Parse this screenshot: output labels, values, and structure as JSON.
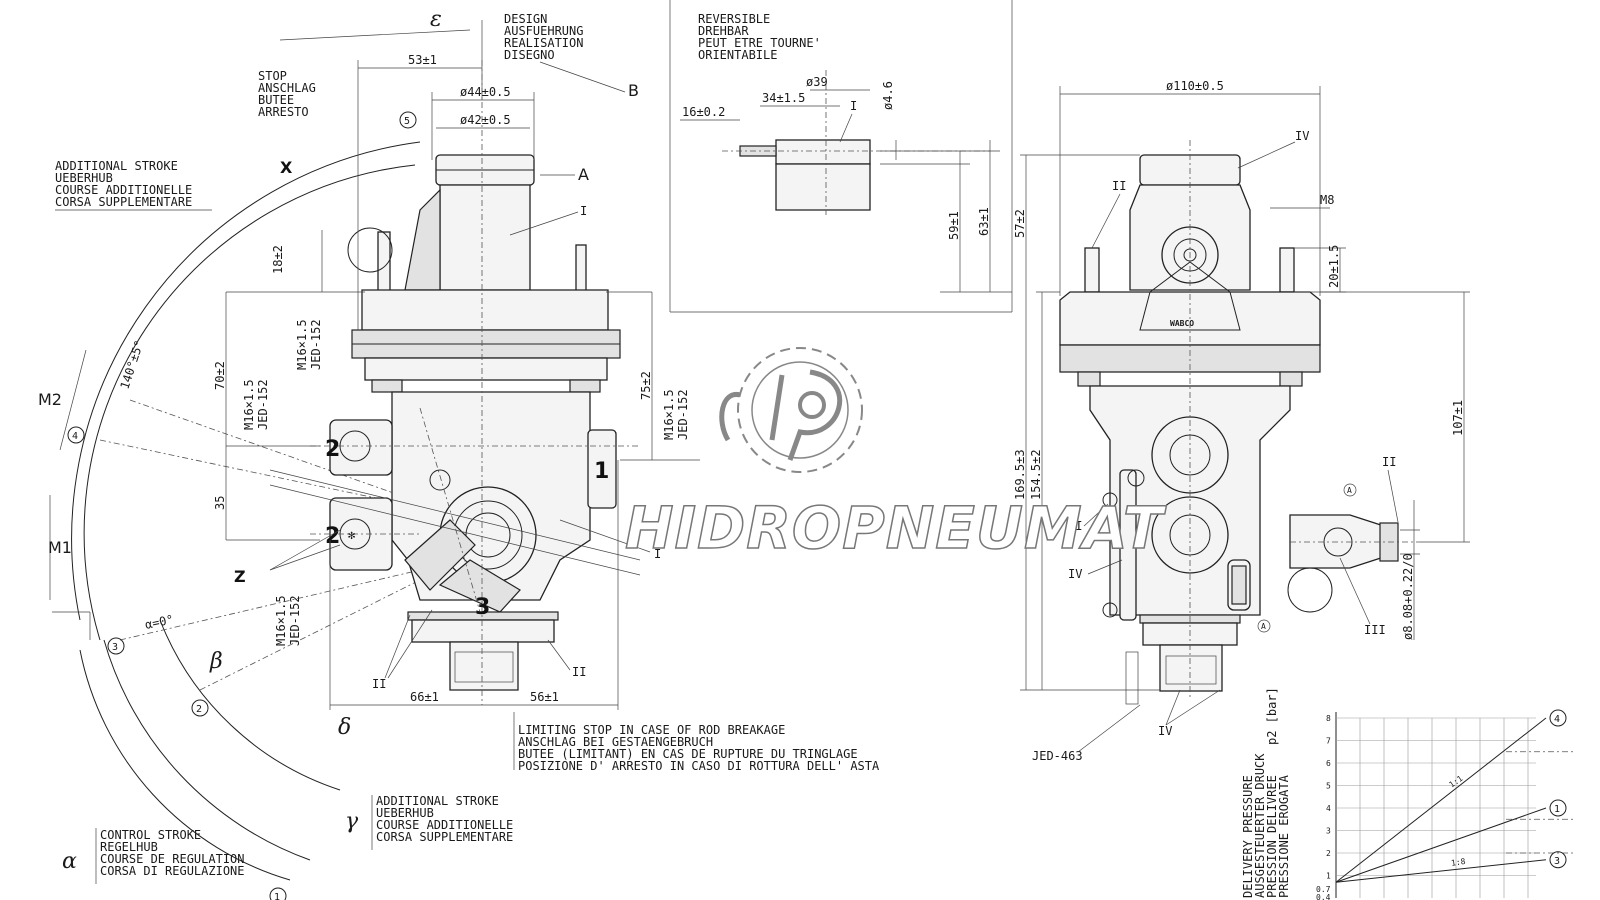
{
  "design_note": [
    "DESIGN",
    "AUSFUEHRUNG",
    "REALISATION",
    "DISEGNO"
  ],
  "reversible_note": [
    "REVERSIBLE",
    "DREHBAR",
    "PEUT ETRE TOURNE'",
    "ORIENTABILE"
  ],
  "stop_note": [
    "STOP",
    "ANSCHLAG",
    "BUTEE",
    "ARRESTO"
  ],
  "additional_stroke_note": [
    "ADDITIONAL STROKE",
    "UEBERHUB",
    "COURSE ADDITIONELLE",
    "CORSA SUPPLEMENTARE"
  ],
  "limiting_stop_note": [
    "LIMITING STOP IN CASE OF ROD BREAKAGE",
    "ANSCHLAG BEI GESTAENGEBRUCH",
    "BUTEE (LIMITANT) EN CAS DE RUPTURE DU TRINGLAGE",
    "POSIZIONE D' ARRESTO IN CASO DI ROTTURA DELL' ASTA"
  ],
  "additional_stroke_note_2": [
    "ADDITIONAL STROKE",
    "UEBERHUB",
    "COURSE ADDITIONELLE",
    "CORSA SUPPLEMENTARE"
  ],
  "control_stroke_note": [
    "CONTROL STROKE",
    "REGELHUB",
    "COURSE DE REGULATION",
    "CORSA DI REGULAZIONE"
  ],
  "delivery_pressure_note": [
    "DELIVERY PRESSURE",
    "AUSGESTEUERTER DRUCK",
    "PRESSION DELIVREE",
    "PRESSIONE EROGATA"
  ],
  "labels": {
    "epsilon": "ε",
    "alpha": "α",
    "beta": "β",
    "gamma": "γ",
    "delta": "δ",
    "alpha_zero": "α=0°",
    "m1": "M1",
    "m2": "M2",
    "x": "X",
    "z": "Z",
    "a": "A",
    "b": "B",
    "roman_1": "I",
    "roman_2": "II",
    "roman_3": "III",
    "roman_4": "IV",
    "circ_1": "1",
    "circ_2": "2",
    "circ_3": "3",
    "circ_4": "4",
    "circ_5": "5",
    "port_1": "1",
    "port_2": "2",
    "port_3": "3",
    "m8": "M8",
    "brand": "WABCO",
    "jed463": "JED-463",
    "a_mark": "A",
    "p2_unit": "p2 [bar]"
  },
  "dims": {
    "d53": "53±1",
    "d44": "ø44±0.5",
    "d42": "ø42±0.5",
    "d18": "18±2",
    "d70": "70±2",
    "d35": "35",
    "d75": "75±2",
    "thread_a": "M16×1.5",
    "thread_a2": "JED-152",
    "thread_b": "M16×1.5",
    "thread_b2": "JED-152",
    "thread_c": "M16×1.5",
    "thread_c2": "JED-152",
    "thread_d": "M16×1.5",
    "thread_d2": "JED-152",
    "d66": "66±1",
    "d56": "56±1",
    "d140": "140°±5°",
    "d16": "16±0.2",
    "d34": "34±1.5",
    "d39": "ø39",
    "d46": "ø4.6",
    "d59": "59±1",
    "d63": "63±1",
    "d57": "57±2",
    "d110": "ø110±0.5",
    "d20": "20±1.5",
    "d1695": "169.5±3",
    "d1545": "154.5±2",
    "d107": "107±1",
    "d808": "ø8.08+0.22/0"
  },
  "watermark": {
    "text": "HIDROPNEUMAT",
    "logo": "gear-logo-icon"
  },
  "chart_data": {
    "type": "line",
    "title": "",
    "ylabel": "p2 [bar]",
    "xlabel": "",
    "ylim": [
      0,
      8
    ],
    "yticks": [
      1,
      2,
      3,
      4,
      5,
      6,
      7,
      8
    ],
    "ytick_extra": [
      "0.7",
      "0.4"
    ],
    "x": [
      0,
      1
    ],
    "series": [
      {
        "name": "4",
        "ratio": "1:1",
        "values": [
          0.7,
          8
        ]
      },
      {
        "name": "1",
        "values": [
          0.7,
          4
        ]
      },
      {
        "name": "3",
        "ratio": "1:8",
        "values": [
          0.7,
          1.7
        ]
      }
    ]
  }
}
